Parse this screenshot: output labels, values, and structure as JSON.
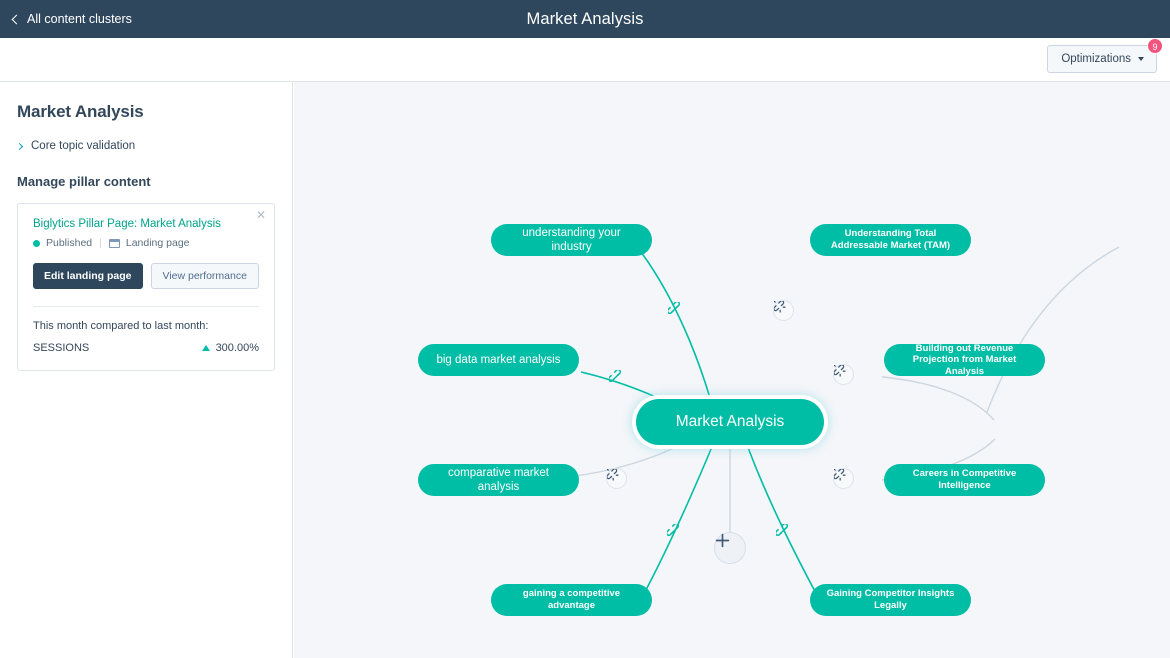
{
  "topbar": {
    "back_label": "All content clusters",
    "back_icon": "chevron-left-icon",
    "title": "Market Analysis"
  },
  "subbar": {
    "optimizations_label": "Optimizations",
    "optimizations_badge": "9",
    "caret_icon": "chevron-down-icon",
    "badge_color": "#f2547d"
  },
  "sidebar": {
    "title": "Market Analysis",
    "core_topic_label": "Core topic validation",
    "core_topic_icon": "chevron-right-icon",
    "manage_title": "Manage pillar content",
    "card": {
      "close_icon": "close-icon",
      "pillar_link": "Biglytics Pillar Page: Market Analysis",
      "status": "Published",
      "status_color": "#00bda5",
      "separator": "|",
      "page_type": "Landing page",
      "page_type_icon": "landing-page-icon",
      "primary_button": "Edit landing page",
      "secondary_button": "View performance",
      "compare_label": "This month compared to last month:",
      "metric_label": "SESSIONS",
      "metric_value": "300.00%",
      "metric_trend_icon": "triangle-up-icon",
      "metric_trend_color": "#00bda5"
    }
  },
  "canvas": {
    "background": "#f4f6f9",
    "node_color": "#00bda5",
    "linked_line_color": "#00bda5",
    "unlinked_line_color": "#ccd6e0",
    "center_node": {
      "label": "Market Analysis"
    },
    "add_button_icon": "plus-icon",
    "nodes": [
      {
        "label": "understanding your industry",
        "linked": true,
        "lines": 1
      },
      {
        "label": "Understanding Total Addressable Market (TAM)",
        "line1": "Understanding Total",
        "line2": "Addressable Market (TAM)",
        "linked": false,
        "lines": 2
      },
      {
        "label": "big data market analysis",
        "linked": true,
        "lines": 1
      },
      {
        "label": "Building out Revenue Projection from Market Analysis",
        "line1": "Building out Revenue",
        "line2": "Projection from Market Analysis",
        "linked": false,
        "lines": 2
      },
      {
        "label": "comparative market analysis",
        "linked": true,
        "lines": 1
      },
      {
        "label": "Careers in Competitive Intelligence",
        "line1": "Careers in Competitive",
        "line2": "Intelligence",
        "linked": false,
        "lines": 2
      },
      {
        "label": "gaining a competitive advantage",
        "line1": "gaining a competitive",
        "line2": "advantage",
        "linked": true,
        "lines": 2
      },
      {
        "label": "Gaining Competitor Insights Legally",
        "line1": "Gaining Competitor Insights",
        "line2": "Legally",
        "linked": true,
        "lines": 2
      }
    ],
    "link_icon_name": "chain-link-icon",
    "unlink_icon_name": "broken-link-icon"
  }
}
